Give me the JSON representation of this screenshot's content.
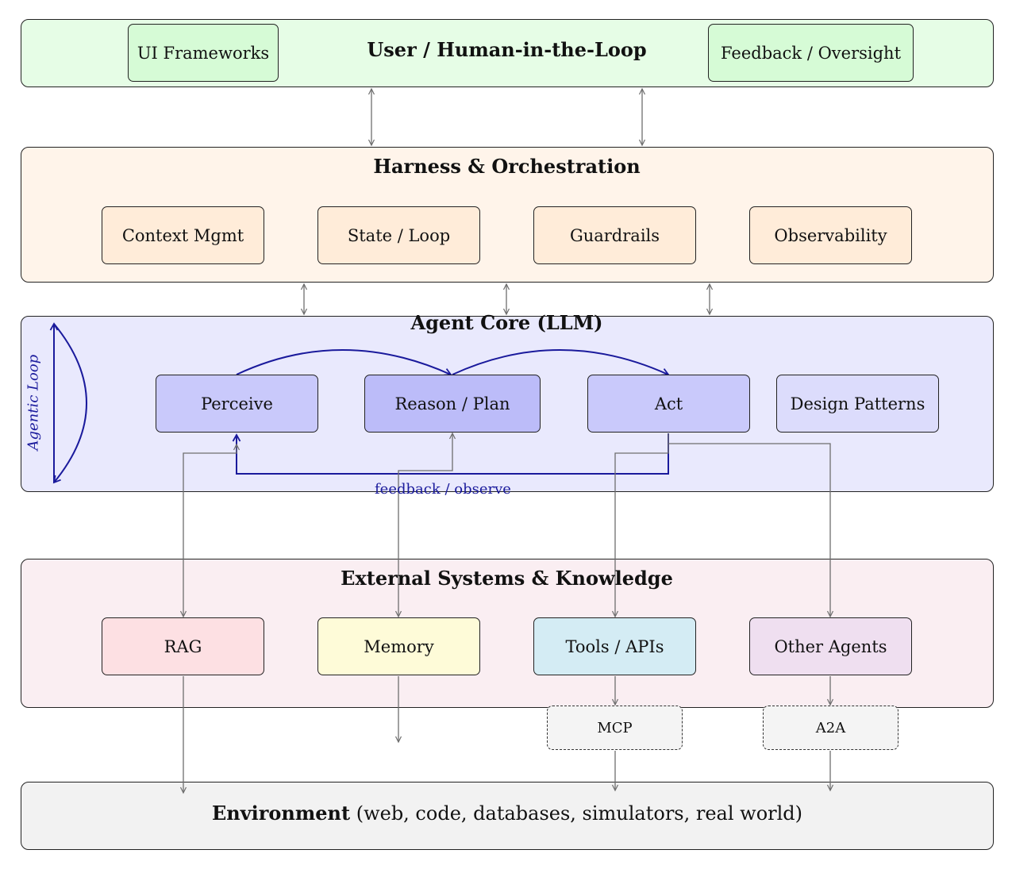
{
  "user_layer": {
    "title": "User / Human-in-the-Loop",
    "left_box": "UI Frameworks",
    "right_box": "Feedback / Oversight"
  },
  "harness_layer": {
    "title": "Harness & Orchestration",
    "items": [
      "Context Mgmt",
      "State / Loop",
      "Guardrails",
      "Observability"
    ]
  },
  "agent_core": {
    "title": "Agent Core (LLM)",
    "loop_label": "Agentic Loop",
    "perceive": "Perceive",
    "reason": "Reason / Plan",
    "act": "Act",
    "design_patterns": "Design Patterns",
    "feedback_label": "feedback / observe"
  },
  "external_layer": {
    "title": "External Systems & Knowledge",
    "items": [
      "RAG",
      "Memory",
      "Tools / APIs",
      "Other Agents"
    ]
  },
  "protocols": {
    "mcp": "MCP",
    "a2a": "A2A"
  },
  "environment": {
    "title": "Environment",
    "detail": "(web, code, databases, simulators, real world)"
  },
  "colors": {
    "user_bg": "#e6fde6",
    "user_box": "#d6fbd6",
    "harness_bg": "#fff4ea",
    "harness_box": "#ffecd9",
    "core_bg": "#e9e9fd",
    "core_box": "#c9c9fb",
    "core_box_dark": "#bcbcf9",
    "core_box_light": "#dcdcfc",
    "ext_bg": "#faeef2",
    "rag": "#fde0e3",
    "memory": "#fefbd8",
    "tools": "#d4ecf4",
    "agents": "#efdff0",
    "env_bg": "#f2f2f2",
    "loop_blue": "#1a1a9c",
    "wire_gray": "#6e6e6e"
  }
}
